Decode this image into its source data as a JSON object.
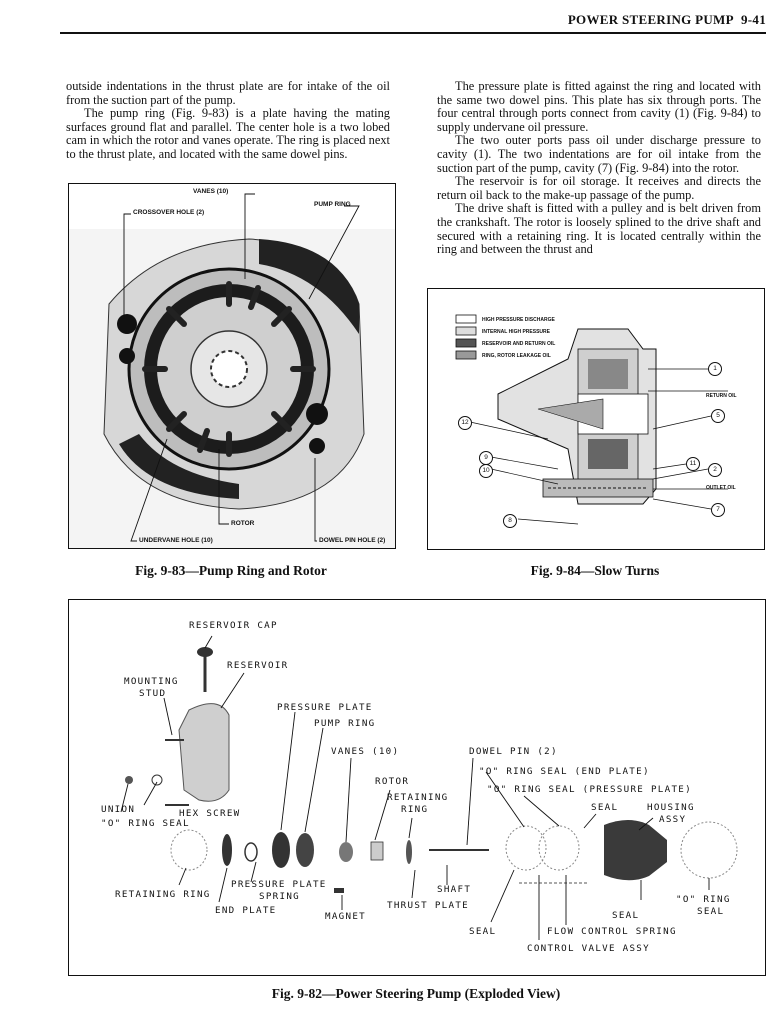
{
  "header": {
    "title": "POWER STEERING PUMP",
    "page": "9-41"
  },
  "left_column": {
    "p1": "outside indentations in the thrust plate are for intake of the oil from the suction part of the pump.",
    "p2": "The pump ring (Fig. 9-83) is a plate having the mating surfaces ground flat and parallel. The center hole is a two lobed cam in which the rotor and vanes operate. The ring is placed next to the thrust plate, and located with the same dowel pins."
  },
  "right_column": {
    "p1": "The pressure plate is fitted against the ring and located with the same two dowel pins. This plate has six through ports. The four central through ports connect from cavity (1) (Fig. 9-84) to supply undervane oil pressure.",
    "p2": "The two outer ports pass oil under discharge pressure to cavity (1). The two indentations are for oil intake from the suction part of the pump, cavity (7) (Fig. 9-84) into the rotor.",
    "p3": "The reservoir is for oil storage. It receives and directs the return oil back to the make-up passage of the pump.",
    "p4": "The drive shaft is fitted with a pulley and is belt driven from the crankshaft. The rotor is loosely splined to the drive shaft and secured with a retaining ring. It is located centrally within the ring and between the thrust and"
  },
  "fig83": {
    "caption": "Fig. 9-83—Pump Ring and Rotor",
    "labels": {
      "vanes": "VANES (10)",
      "pump_ring": "PUMP RING",
      "crossover_hole": "CROSSOVER HOLE (2)",
      "rotor": "ROTOR",
      "undervane_hole": "UNDERVANE HOLE (10)",
      "dowel_pin_hole": "DOWEL PIN HOLE (2)"
    }
  },
  "fig84": {
    "caption": "Fig. 9-84—Slow Turns",
    "legend": [
      "HIGH PRESSURE DISCHARGE",
      "INTERNAL HIGH PRESSURE",
      "RESERVOIR AND RETURN OIL",
      "RING, ROTOR LEAKAGE OIL"
    ],
    "return_oil": "RETURN OIL",
    "outlet_oil": "OUTLET OIL",
    "callouts": [
      "1",
      "5",
      "12",
      "9",
      "10",
      "11",
      "2",
      "7",
      "8"
    ]
  },
  "fig82": {
    "caption": "Fig. 9-82—Power Steering Pump (Exploded View)",
    "labels": {
      "reservoir_cap": "RESERVOIR CAP",
      "reservoir": "RESERVOIR",
      "mounting_stud_1": "MOUNTING",
      "mounting_stud_2": "STUD",
      "pressure_plate": "PRESSURE PLATE",
      "pump_ring": "PUMP RING",
      "vanes": "VANES (10)",
      "dowel_pin": "DOWEL PIN (2)",
      "oring_end_plate": "\"O\" RING SEAL (END PLATE)",
      "oring_pressure_plate": "\"O\" RING SEAL (PRESSURE PLATE)",
      "rotor": "ROTOR",
      "retaining_ring_1": "RETAINING",
      "retaining_ring_2": "RING",
      "seal_top": "SEAL",
      "housing_1": "HOUSING",
      "housing_2": "ASSY",
      "union": "UNION",
      "hex_screw": "HEX SCREW",
      "oring_seal": "\"O\" RING SEAL",
      "pressure_plate_spring_1": "PRESSURE PLATE",
      "pressure_plate_spring_2": "SPRING",
      "retaining_ring_low": "RETAINING RING",
      "end_plate": "END PLATE",
      "magnet": "MAGNET",
      "shaft": "SHAFT",
      "thrust_plate": "THRUST PLATE",
      "seal_low": "SEAL",
      "flow_control_spring": "FLOW CONTROL SPRING",
      "control_valve": "CONTROL VALVE ASSY",
      "seal_right": "SEAL",
      "oring_right_1": "\"O\" RING",
      "oring_right_2": "SEAL"
    }
  }
}
